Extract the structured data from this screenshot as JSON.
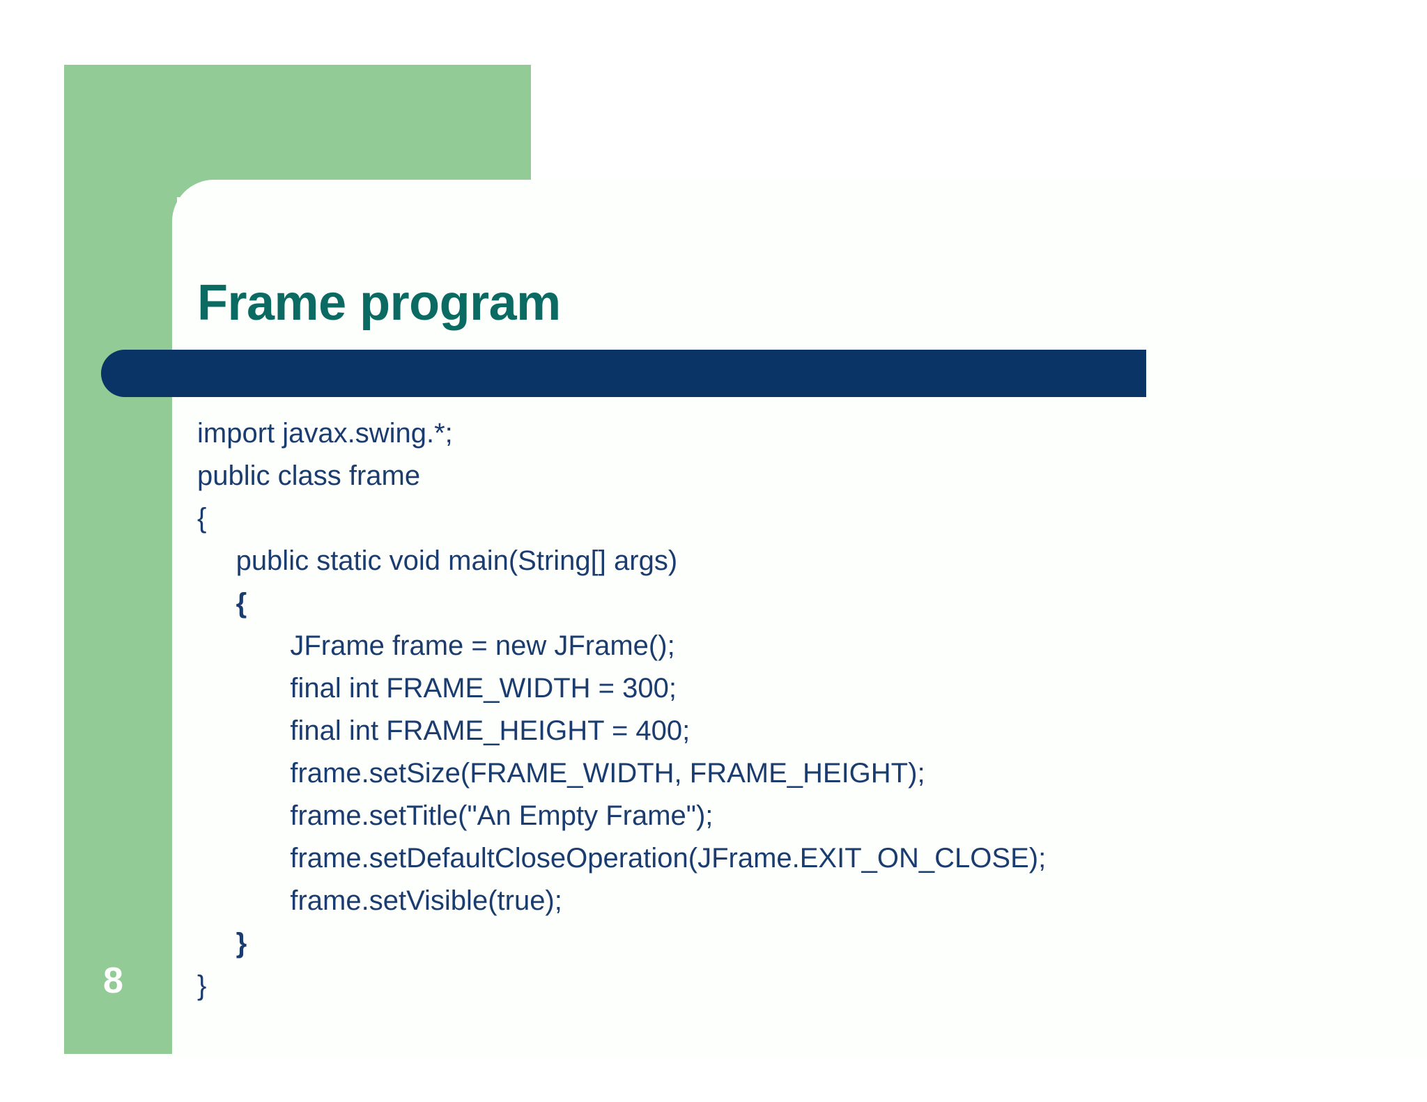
{
  "theme": {
    "green": "#93cb96",
    "navy_bar": "#0a3465",
    "title_teal": "#0b6b62",
    "code_navy": "#1b3c6e",
    "panel_white": "#fdfffd",
    "page_number_color": "#ffffff"
  },
  "slide": {
    "title": "Frame program",
    "page_number": "8"
  },
  "code": {
    "language": "java",
    "lines": [
      {
        "text": "import javax.swing.*;",
        "bold": false
      },
      {
        "text": "public class frame",
        "bold": false
      },
      {
        "text": "{",
        "bold": false
      },
      {
        "text": "     public static void main(String[] args)",
        "bold": false
      },
      {
        "text": "     {",
        "bold": true
      },
      {
        "text": "            JFrame frame = new JFrame();",
        "bold": false
      },
      {
        "text": "            final int FRAME_WIDTH = 300;",
        "bold": false
      },
      {
        "text": "            final int FRAME_HEIGHT = 400;",
        "bold": false
      },
      {
        "text": "            frame.setSize(FRAME_WIDTH, FRAME_HEIGHT);",
        "bold": false
      },
      {
        "text": "            frame.setTitle(\"An Empty Frame\");",
        "bold": false
      },
      {
        "text": "            frame.setDefaultCloseOperation(JFrame.EXIT_ON_CLOSE);",
        "bold": false
      },
      {
        "text": "            frame.setVisible(true);",
        "bold": false
      },
      {
        "text": "     }",
        "bold": true
      },
      {
        "text": "}",
        "bold": false
      }
    ]
  }
}
